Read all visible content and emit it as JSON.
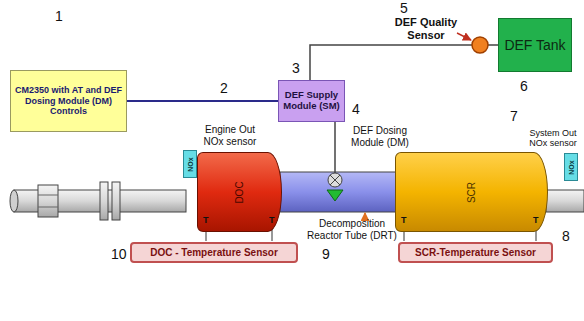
{
  "diagram": {
    "nodes": [
      {
        "text": [
          "CM2350 with AT and DEF Dosing Module (DM) Controls"
        ]
      },
      {
        "text": [
          "DEF Supply Module (SM)"
        ]
      },
      {
        "text": [
          "DEF Tank"
        ]
      },
      {
        "text": [
          "NOx"
        ]
      },
      {
        "text": [
          "DOC"
        ]
      },
      {
        "text": [
          "SCR"
        ]
      },
      {
        "text": [
          "NOx"
        ]
      },
      {
        "text": [
          "DOC - Temperature Sensor"
        ]
      },
      {
        "text": [
          "SCR-Temperature Sensor"
        ]
      }
    ],
    "edges": [
      {
        "from": 0,
        "to": 1,
        "arrow": "none"
      },
      {
        "from": 1,
        "to": 2,
        "arrow": "none"
      }
    ],
    "labels": [
      "1",
      "2",
      "3",
      "4",
      "5",
      "6",
      "7",
      "8",
      "9",
      "10",
      "DEF Quality Sensor",
      "Engine Out NOx sensor",
      "DEF Dosing Module (DM)",
      "System Out NOx sensor",
      "Decomposition Reactor Tube (DRT)",
      "T",
      "T",
      "T",
      "T"
    ]
  }
}
